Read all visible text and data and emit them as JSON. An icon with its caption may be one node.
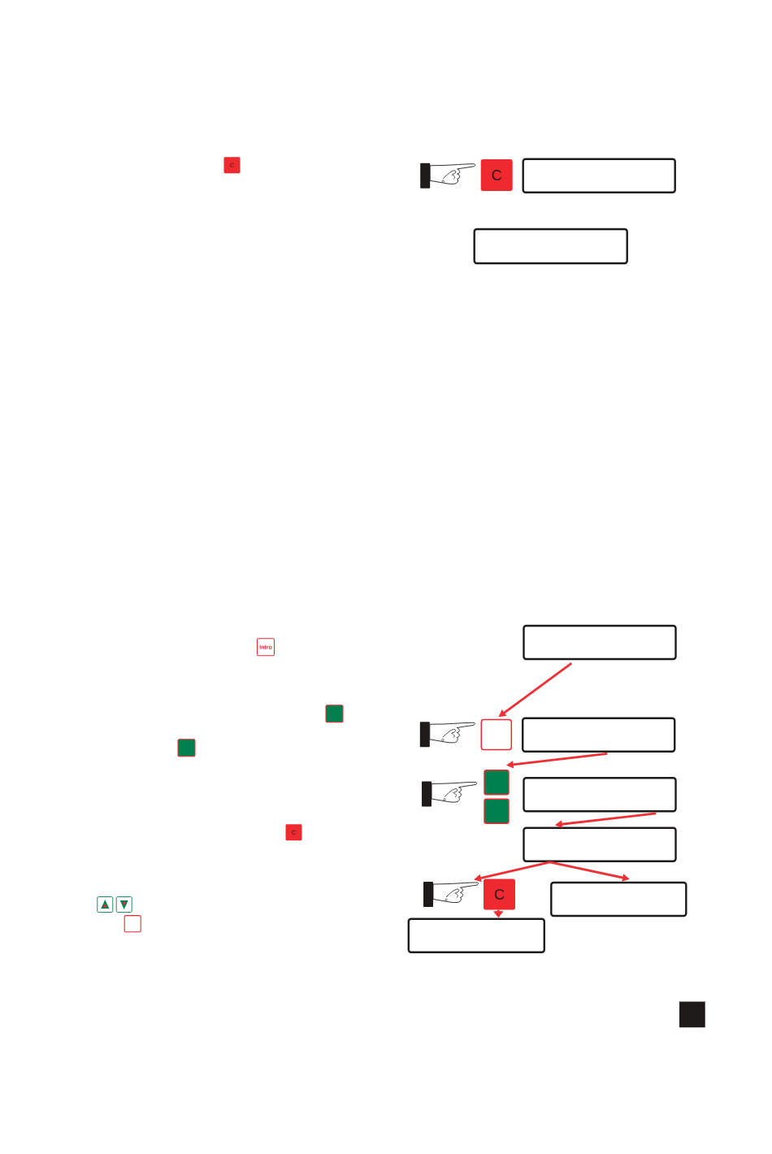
{
  "diagram": {
    "nodes": [
      {
        "text": [
          "C"
        ]
      },
      {
        "text": [
          "C"
        ]
      },
      {
        "text": [],
        "shape": "box"
      },
      {
        "text": [],
        "shape": "box"
      },
      {
        "text": [
          "Intro"
        ]
      },
      {
        "text": [],
        "shape": "box"
      },
      {
        "text": [],
        "shape": "box"
      },
      {
        "text": [],
        "shape": "box"
      },
      {
        "text": [],
        "shape": "box"
      },
      {
        "text": [],
        "shape": "box"
      },
      {
        "text": [],
        "shape": "box"
      },
      {
        "text": [
          "C"
        ]
      },
      {
        "text": [],
        "shape": "box"
      },
      {
        "text": [],
        "shape": "picture"
      },
      {
        "text": [
          "C"
        ]
      },
      {
        "text": [],
        "shape": "box"
      },
      {
        "text": [],
        "shape": "box"
      }
    ],
    "edges": [
      {
        "from": 5,
        "to": 6,
        "arrow": "to"
      },
      {
        "from": 7,
        "to": 8,
        "arrow": "to"
      },
      {
        "from": 9,
        "to": 12,
        "arrow": "to"
      },
      {
        "from": 12,
        "to": 13,
        "arrow": "to"
      },
      {
        "from": 12,
        "to": 15,
        "arrow": "to"
      },
      {
        "from": 14,
        "to": 16,
        "arrow": "to"
      }
    ]
  }
}
